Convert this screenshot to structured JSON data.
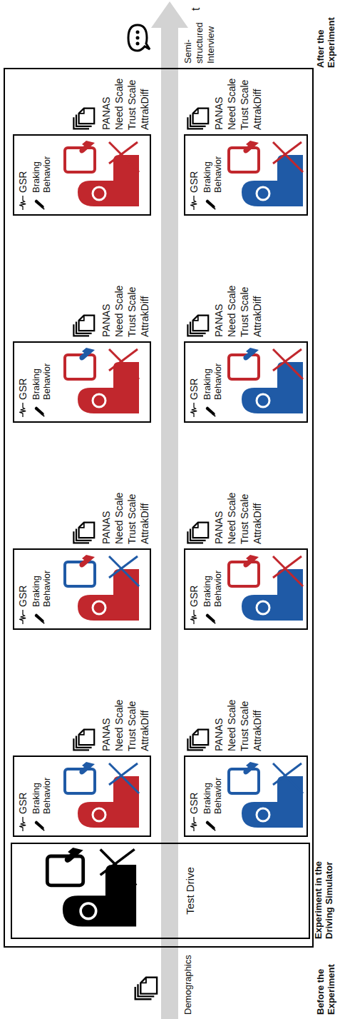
{
  "diagram": {
    "nodes": [
      {
        "text": [
          "Experiment in the Driving Simulator"
        ]
      },
      {
        "text": [
          "Test Drive"
        ],
        "in": 0
      },
      {
        "text": [
          "GSR",
          "Braking Behavior"
        ],
        "in": 0
      },
      {
        "text": [
          "GSR",
          "Braking Behavior"
        ],
        "in": 0
      },
      {
        "text": [
          "GSR",
          "Braking Behavior"
        ],
        "in": 0
      },
      {
        "text": [
          "GSR",
          "Braking Behavior"
        ],
        "in": 0
      },
      {
        "text": [
          "GSR",
          "Braking Behavior"
        ],
        "in": 0
      },
      {
        "text": [
          "GSR",
          "Braking Behavior"
        ],
        "in": 0
      },
      {
        "text": [
          "GSR",
          "Braking Behavior"
        ],
        "in": 0
      },
      {
        "text": [
          "GSR",
          "Braking Behavior"
        ],
        "in": 0
      }
    ],
    "edges": [],
    "labels": [
      "Demographics",
      "PANAS",
      "Need Scale",
      "Trust Scale",
      "AttrakDiff",
      "PANAS",
      "Need Scale",
      "Trust Scale",
      "AttrakDiff",
      "PANAS",
      "Need Scale",
      "Trust Scale",
      "AttrakDiff",
      "PANAS",
      "Need Scale",
      "Trust Scale",
      "AttrakDiff",
      "PANAS",
      "Need Scale",
      "Trust Scale",
      "AttrakDiff",
      "PANAS",
      "Need Scale",
      "Trust Scale",
      "AttrakDiff",
      "PANAS",
      "Need Scale",
      "Trust Scale",
      "AttrakDiff",
      "PANAS",
      "Need Scale",
      "Trust Scale",
      "AttrakDiff",
      "Semi- structured Interview",
      "t",
      "Before the Experiment",
      "After the Experiment"
    ]
  }
}
